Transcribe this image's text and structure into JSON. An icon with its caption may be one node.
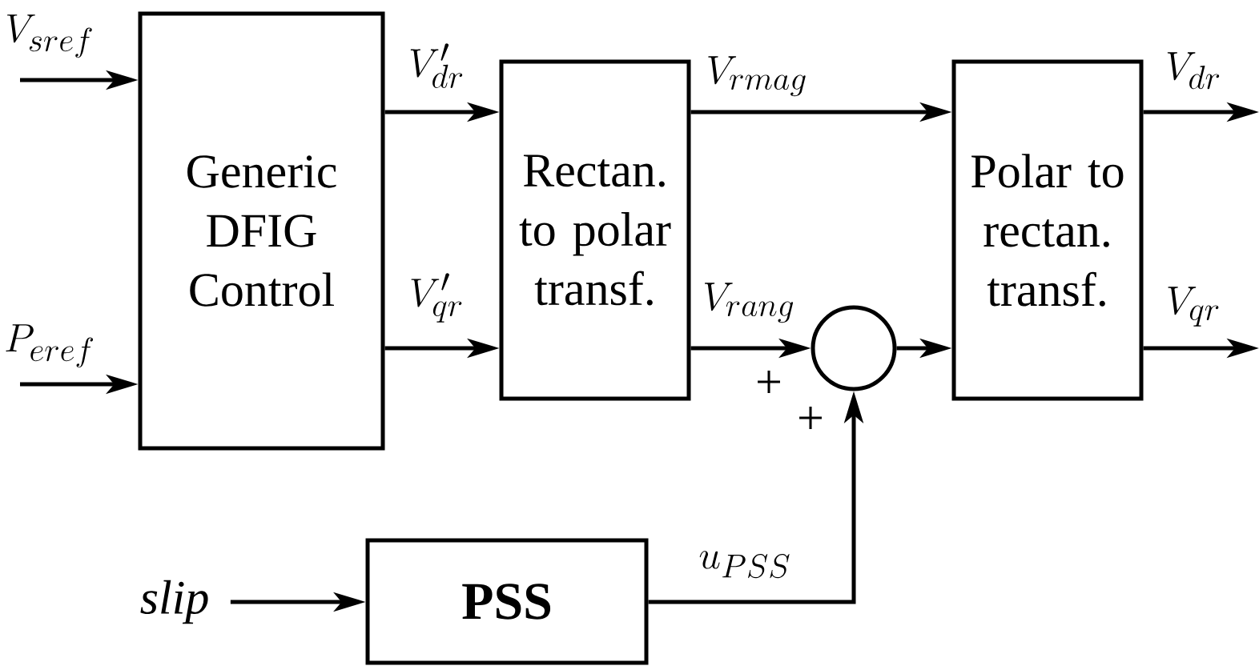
{
  "diagram": {
    "nodes": [
      {
        "text": [
          "Generic DFIG Control"
        ]
      },
      {
        "text": [
          "Rectan. to polar transf."
        ]
      },
      {
        "text": [
          "Polar to rectan. transf."
        ]
      },
      {
        "text": [],
        "shape": "circle"
      },
      {
        "text": [
          "PSS"
        ]
      },
      {
        "text": [
          "slip"
        ]
      }
    ],
    "edges": [
      {
        "from": null,
        "to": 0,
        "arrow": "to",
        "label": "V_{sref}"
      },
      {
        "from": null,
        "to": 0,
        "arrow": "to",
        "label": "P_{eref}"
      },
      {
        "from": 0,
        "to": 1,
        "arrow": "to",
        "label": "V'_{dr}"
      },
      {
        "from": 0,
        "to": 1,
        "arrow": "to",
        "label": "V'_{qr}"
      },
      {
        "from": 1,
        "to": 2,
        "arrow": "to",
        "label": "V_{rmag}"
      },
      {
        "from": 1,
        "to": 3,
        "arrow": "to",
        "label": "V_{rang}"
      },
      {
        "from": 3,
        "to": 2,
        "arrow": "to"
      },
      {
        "from": 2,
        "to": null,
        "arrow": "to",
        "label": "V_{dr}"
      },
      {
        "from": 2,
        "to": null,
        "arrow": "to",
        "label": "V_{qr}"
      },
      {
        "from": 5,
        "to": 4,
        "arrow": "to"
      },
      {
        "from": 4,
        "to": 3,
        "arrow": "to",
        "label": "u_{PSS}"
      }
    ],
    "labels": [
      "+",
      "+"
    ]
  }
}
